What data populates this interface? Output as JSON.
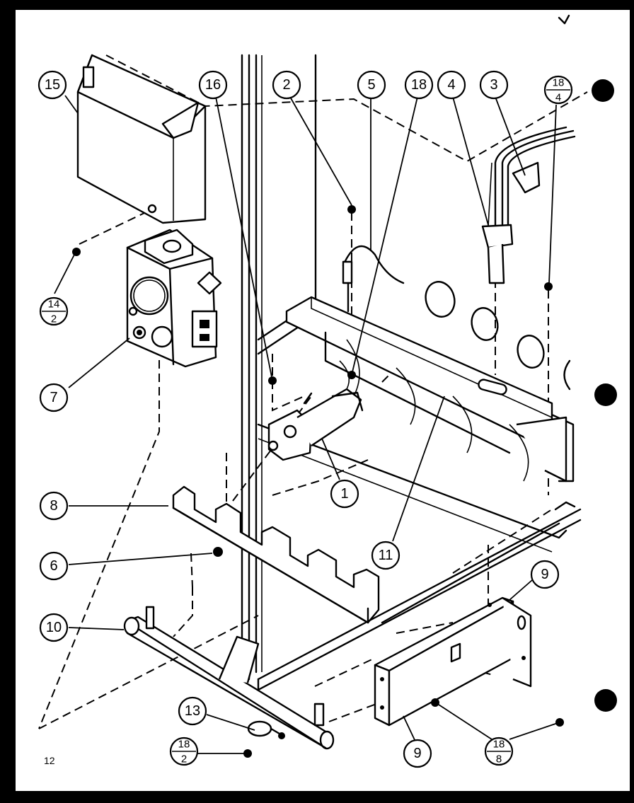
{
  "page_number": "12",
  "callouts": [
    {
      "id": "15",
      "text": "15"
    },
    {
      "id": "16",
      "text": "16"
    },
    {
      "id": "2",
      "text": "2"
    },
    {
      "id": "5",
      "text": "5"
    },
    {
      "id": "18",
      "text": "18"
    },
    {
      "id": "4",
      "text": "4"
    },
    {
      "id": "3",
      "text": "3"
    },
    {
      "id": "7",
      "text": "7"
    },
    {
      "id": "8",
      "text": "8"
    },
    {
      "id": "6",
      "text": "6"
    },
    {
      "id": "10",
      "text": "10"
    },
    {
      "id": "1",
      "text": "1"
    },
    {
      "id": "11",
      "text": "11"
    },
    {
      "id": "9a",
      "text": "9"
    },
    {
      "id": "9b",
      "text": "9"
    },
    {
      "id": "13",
      "text": "13"
    }
  ],
  "fraction_callouts": [
    {
      "id": "18-4",
      "top": "18",
      "bottom": "4"
    },
    {
      "id": "14-2",
      "top": "14",
      "bottom": "2"
    },
    {
      "id": "18-2",
      "top": "18",
      "bottom": "2"
    },
    {
      "id": "18-8",
      "top": "18",
      "bottom": "8"
    }
  ]
}
